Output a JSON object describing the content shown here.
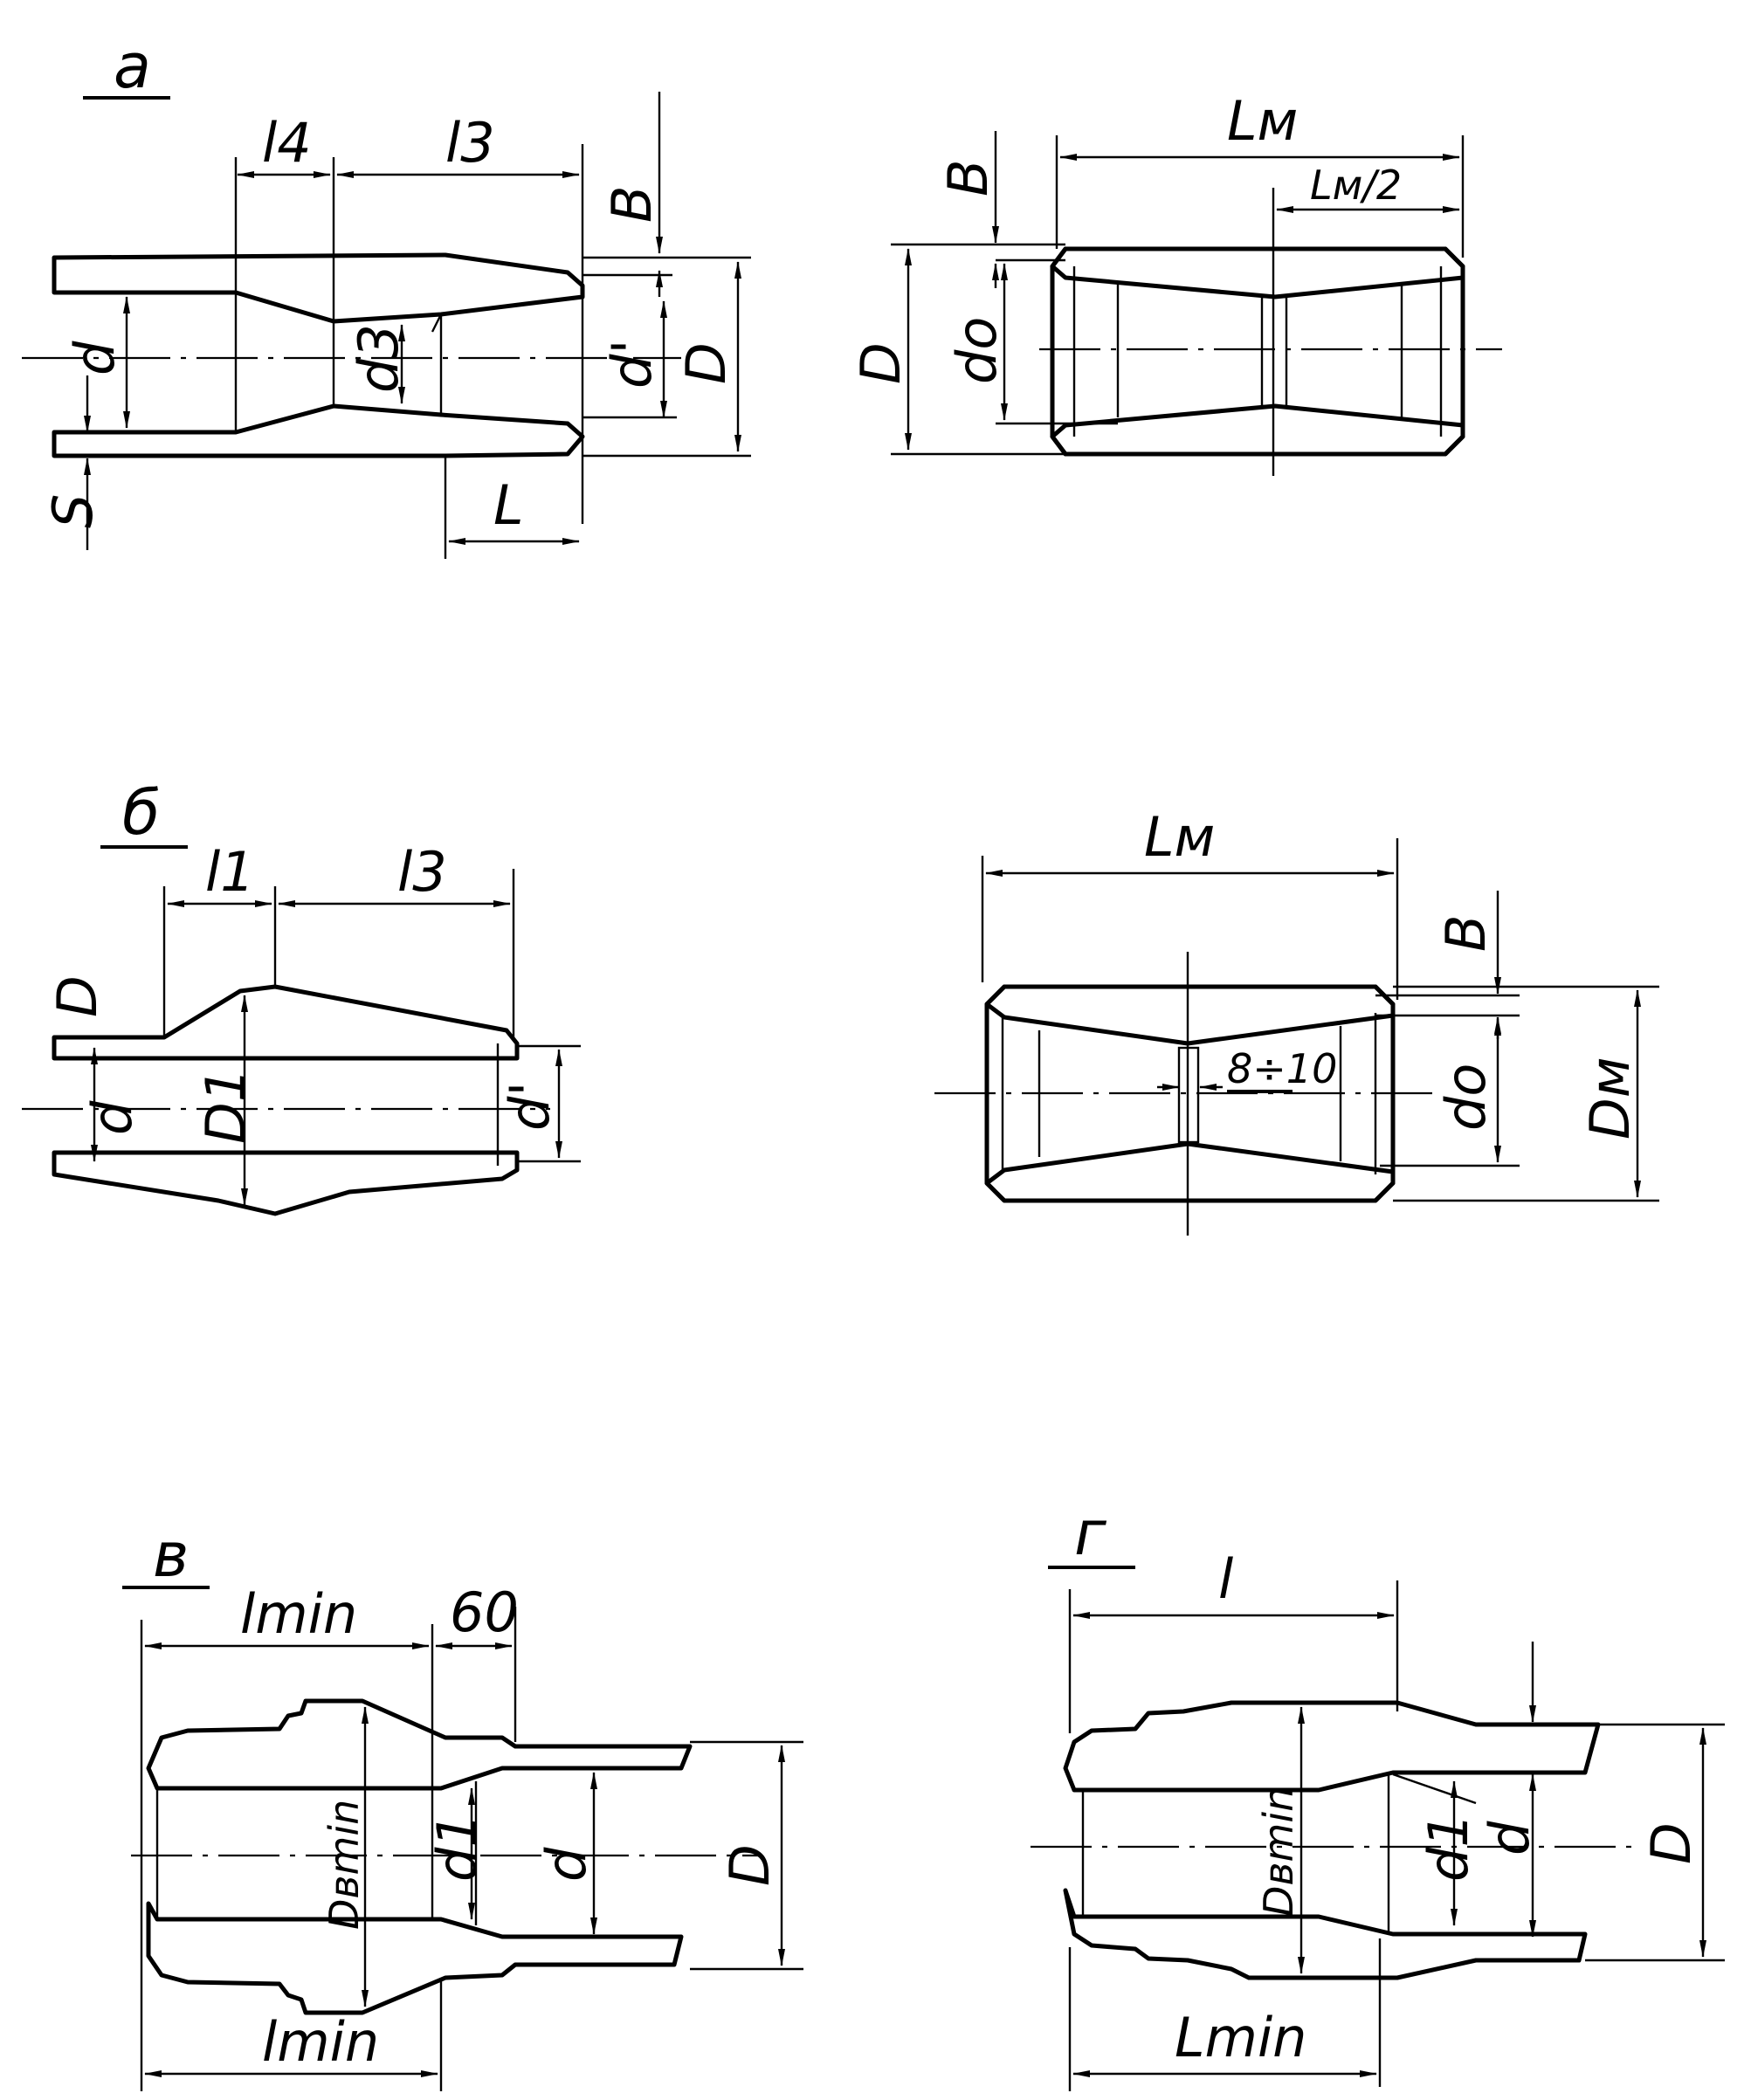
{
  "figures": {
    "a": {
      "tag": "а",
      "left": {
        "l4": "l4",
        "l3": "l3",
        "B": "B",
        "d": "d",
        "d3": "d3",
        "d1": "d'",
        "D": "D",
        "S": "S",
        "L": "L"
      },
      "right": {
        "Lm": "Lм",
        "Lm2": "Lм/2",
        "B": "B",
        "D": "D",
        "do": "do"
      }
    },
    "b": {
      "tag": "б",
      "left": {
        "l1": "l1",
        "l3": "l3",
        "D": "D",
        "d": "d",
        "D1": "D1",
        "d1": "d'"
      },
      "right": {
        "Lm": "Lм",
        "B": "B",
        "do": "do",
        "Dm": "Dм",
        "gap": "8÷10"
      }
    },
    "v": {
      "tag": "в",
      "lmin_top": "lmin",
      "n60": "60",
      "Dvmin": "Dвmin",
      "d1": "d1",
      "d": "d",
      "D": "D",
      "lmin_bottom": "lmin"
    },
    "g": {
      "tag": "г",
      "l": "l",
      "Dvmin": "Dвmin",
      "d1": "d1",
      "d": "d",
      "D": "D",
      "Lmin": "Lmin"
    }
  }
}
